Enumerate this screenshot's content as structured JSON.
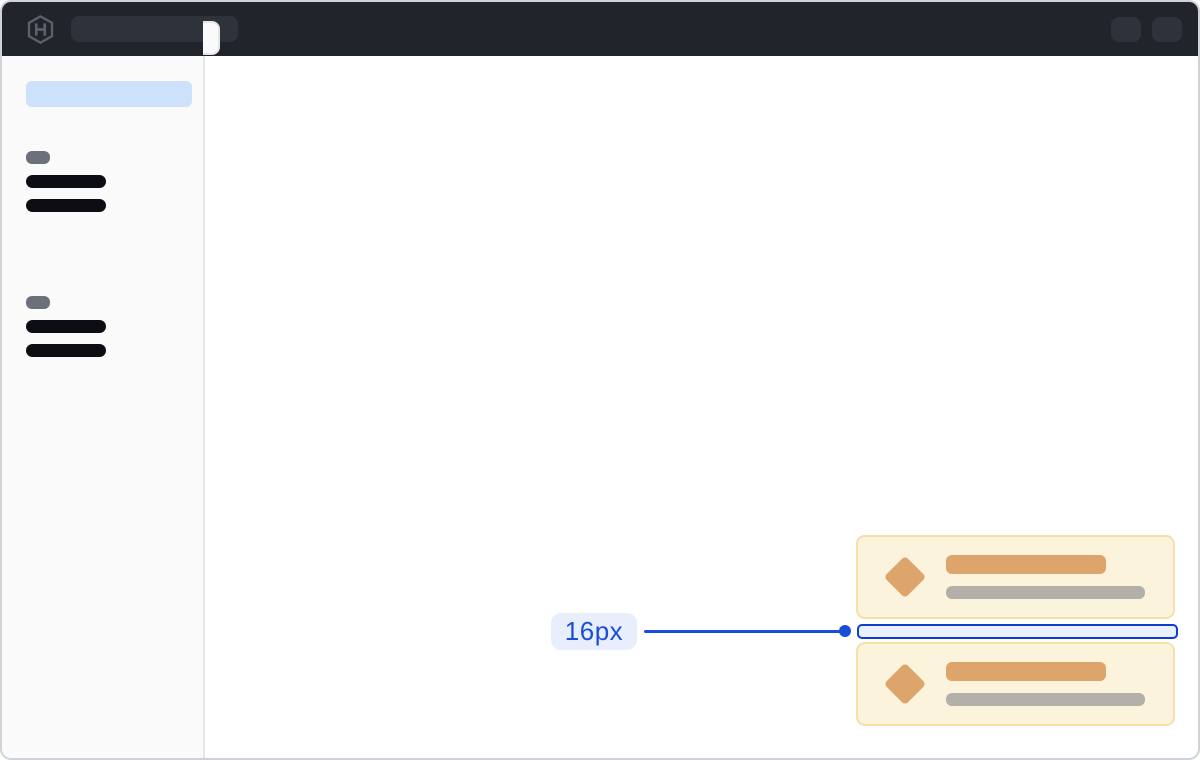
{
  "header": {
    "logo_icon": "hashicorp-logo",
    "search_skeleton": "empty-search-pill",
    "action_pills": [
      "header-action-1",
      "header-action-2"
    ],
    "background_color": "#21242b"
  },
  "sidebar": {
    "active_item": "active-nav-item-skeleton",
    "active_color": "#cde1fb",
    "groups": [
      {
        "label": "group-label-skeleton",
        "items": [
          "nav-item-skeleton",
          "nav-item-skeleton"
        ]
      },
      {
        "label": "group-label-skeleton",
        "items": [
          "nav-item-skeleton",
          "nav-item-skeleton"
        ]
      }
    ],
    "background_color": "#fafafa"
  },
  "main": {
    "cards": [
      {
        "icon": "diamond-icon",
        "title": "title-skeleton",
        "subtitle": "subtitle-skeleton"
      },
      {
        "icon": "diamond-icon",
        "title": "title-skeleton",
        "subtitle": "subtitle-skeleton"
      }
    ],
    "card_background": "#fcf3dc",
    "card_border": "#f5dfab",
    "skeleton_orange": "#dda56b",
    "skeleton_gray": "#b3b0a9"
  },
  "annotation": {
    "gap_label": "16px",
    "accent_color": "#1b4ed8",
    "highlight_fill": "#eaf1fd",
    "highlight_border": "#0e3ecf"
  }
}
